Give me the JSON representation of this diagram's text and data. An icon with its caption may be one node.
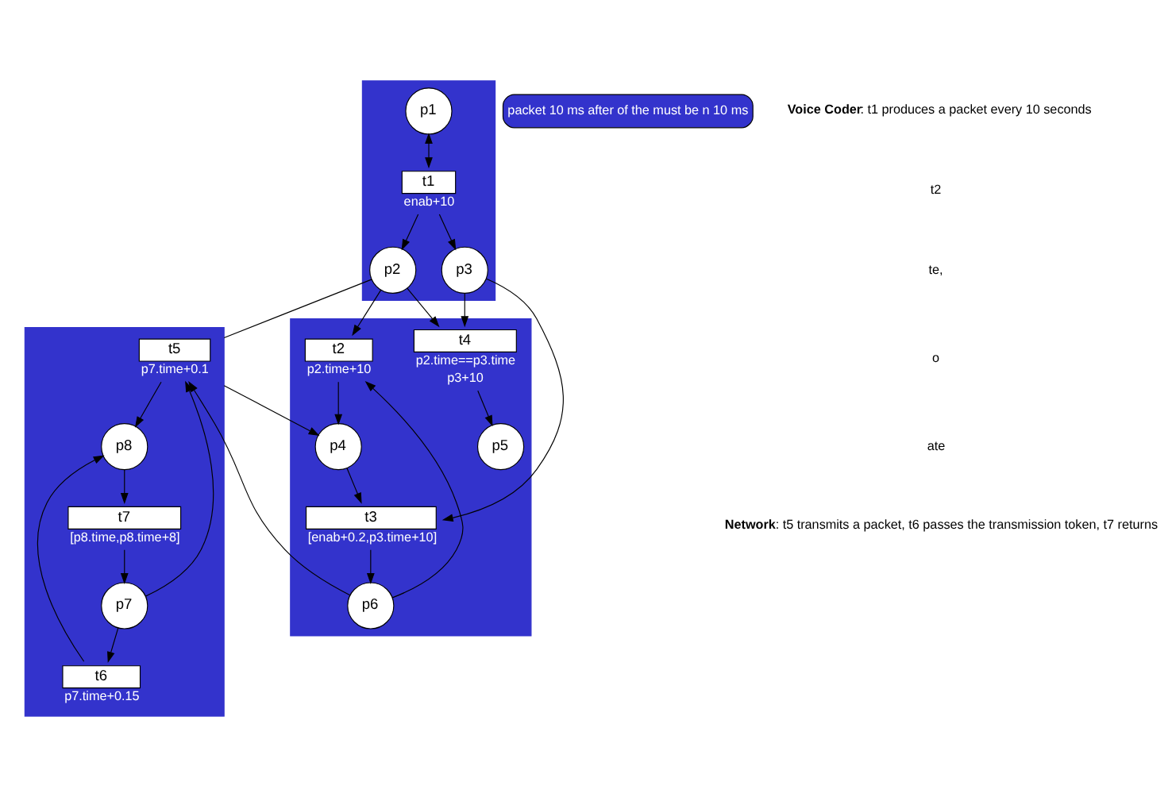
{
  "diagram": {
    "nodes": [
      {
        "text": [],
        "shape": "box"
      },
      {
        "text": [
          "p1"
        ],
        "in": 0
      },
      {
        "text": [
          "t1"
        ],
        "in": 0,
        "beside": [
          "enab+10"
        ]
      },
      {
        "text": [
          "p2"
        ],
        "in": 0
      },
      {
        "text": [
          "p3"
        ],
        "in": 0
      },
      {
        "text": [],
        "shape": "box"
      },
      {
        "text": [
          "t2"
        ],
        "in": 5,
        "beside": [
          "p2.time+10"
        ]
      },
      {
        "text": [
          "p4"
        ],
        "in": 5
      },
      {
        "text": [
          "t3"
        ],
        "in": 5,
        "beside": [
          "[enab+0.2,p3.time+10]"
        ]
      },
      {
        "text": [
          "p6"
        ],
        "in": 5
      },
      {
        "text": [
          "t4"
        ],
        "in": 5,
        "beside": [
          "p2.time==p3.time",
          "p3+10"
        ]
      },
      {
        "text": [
          "p5"
        ],
        "in": 5
      },
      {
        "text": [],
        "shape": "box"
      },
      {
        "text": [
          "t5"
        ],
        "in": 12,
        "beside": [
          "p7.time+0.1"
        ]
      },
      {
        "text": [
          "p7"
        ],
        "in": 12
      },
      {
        "text": [
          "t6"
        ],
        "in": 12,
        "beside": [
          "p7.time+0.15"
        ]
      },
      {
        "text": [
          "p8"
        ],
        "in": 12
      },
      {
        "text": [
          "t7"
        ],
        "in": 12,
        "beside": [
          "[p8.time,p8.time+8]"
        ]
      },
      {
        "text": [
          "packet 10 ms after of the must be n 10 ms"
        ]
      }
    ],
    "edges": [
      {
        "from": 1,
        "to": 2,
        "arrow": "both"
      },
      {
        "from": 2,
        "to": 3,
        "arrow": "to"
      },
      {
        "from": 2,
        "to": 4,
        "arrow": "to"
      },
      {
        "from": 3,
        "to": 6,
        "arrow": "to"
      },
      {
        "from": 3,
        "to": 10,
        "arrow": "to"
      },
      {
        "from": 4,
        "to": 10,
        "arrow": "to"
      },
      {
        "from": 4,
        "to": 8,
        "arrow": "to"
      },
      {
        "from": 6,
        "to": 7,
        "arrow": "to"
      },
      {
        "from": 7,
        "to": 8,
        "arrow": "to"
      },
      {
        "from": 8,
        "to": 9,
        "arrow": "to"
      },
      {
        "from": 9,
        "to": 6,
        "arrow": "to"
      },
      {
        "from": 10,
        "to": 11,
        "arrow": "to"
      },
      {
        "from": 9,
        "to": 13,
        "arrow": "to"
      },
      {
        "from": 12,
        "to": 7,
        "arrow": "to"
      },
      {
        "from": 3,
        "to": 12,
        "arrow": "none"
      },
      {
        "from": 14,
        "to": 13,
        "arrow": "to"
      },
      {
        "from": 13,
        "to": 16,
        "arrow": "to"
      },
      {
        "from": 14,
        "to": 15,
        "arrow": "to"
      },
      {
        "from": 15,
        "to": 16,
        "arrow": "to"
      },
      {
        "from": 16,
        "to": 17,
        "arrow": "to"
      },
      {
        "from": 17,
        "to": 14,
        "arrow": "to"
      }
    ],
    "labels": [
      "**Voice Coder**: t1 produces a packet every 10 seconds",
      "t2",
      "te,",
      "o",
      "ate",
      "**Network**: t5 transmits a packet, t6 passes the transmission token, t7 returns"
    ]
  }
}
